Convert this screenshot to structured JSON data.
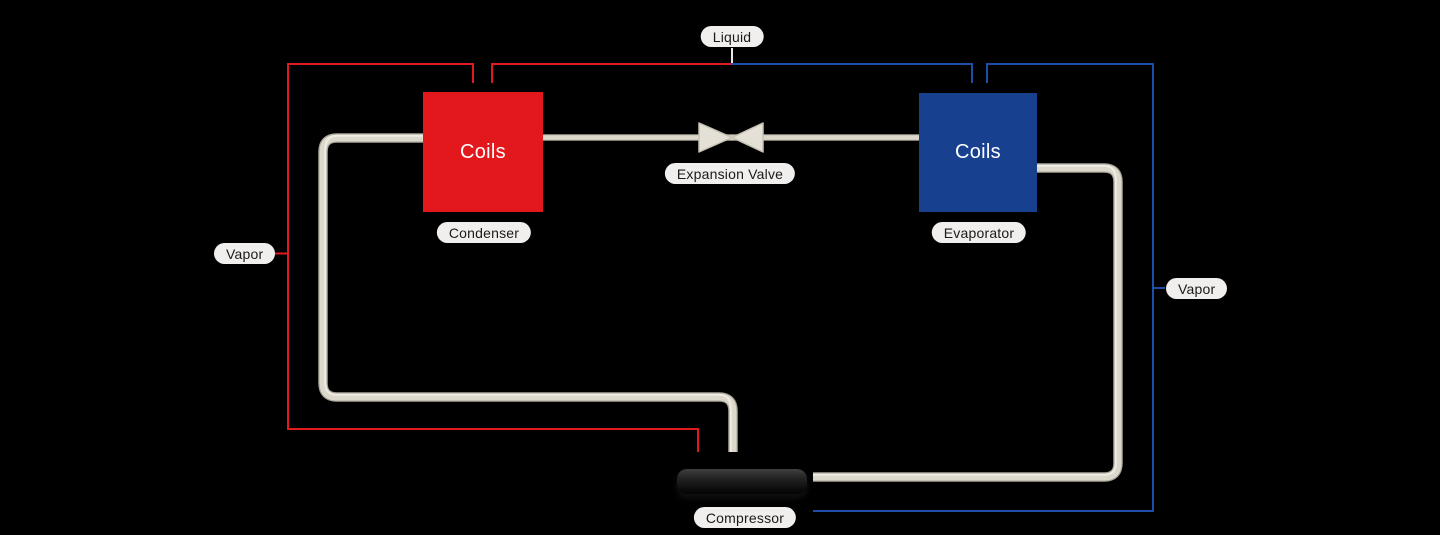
{
  "colors": {
    "background": "#000000",
    "condenser-red": "#e3181c",
    "evaporator-blue": "#17418f",
    "red-line": "#e01b1f",
    "blue-line": "#1d4ea8",
    "pipe": "#dcd8cc",
    "pipe-edge": "#a8a499",
    "pipe-highlight": "#f0eee6",
    "valve-fill": "#e4e0d6",
    "valve-edge": "#c6c1b4",
    "pill-bg": "#f0efee",
    "pill-text": "#1a1a1a",
    "coils-text": "#ffffff"
  },
  "boxes": {
    "condenser": {
      "coils_label": "Coils",
      "caption": "Condenser"
    },
    "evaporator": {
      "coils_label": "Coils",
      "caption": "Evaporator"
    }
  },
  "components": {
    "expansion_valve": {
      "caption": "Expansion Valve"
    },
    "compressor": {
      "caption": "Compressor"
    }
  },
  "flow_labels": {
    "liquid": "Liquid",
    "vapor_left": "Vapor",
    "vapor_right": "Vapor"
  }
}
